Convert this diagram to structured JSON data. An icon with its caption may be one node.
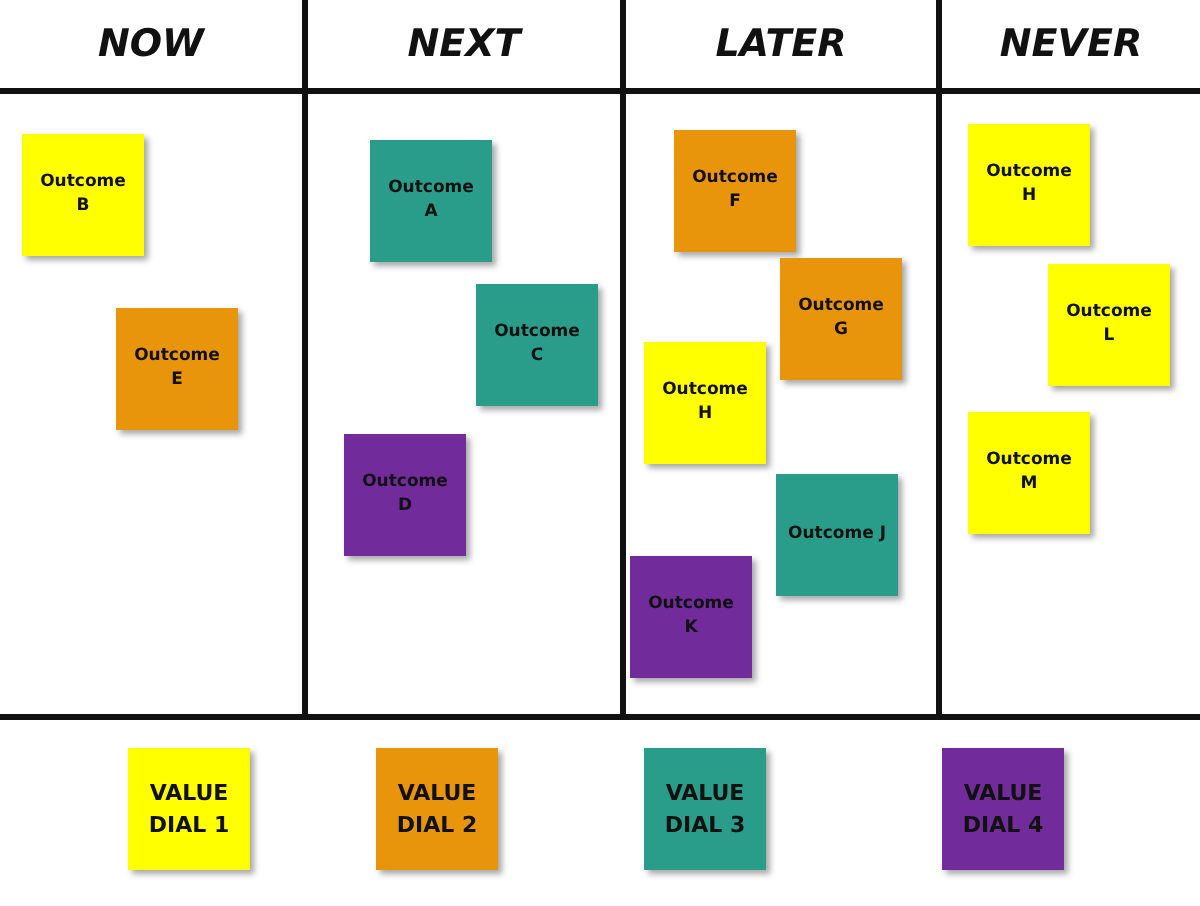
{
  "diagram": {
    "nodes": [
      {
        "text": [
          "NOW"
        ]
      },
      {
        "text": [
          "NEXT"
        ]
      },
      {
        "text": [
          "LATER"
        ]
      },
      {
        "text": [
          "NEVER"
        ]
      },
      {
        "text": [
          "Outcome B"
        ],
        "in": 0
      },
      {
        "text": [
          "Outcome E"
        ],
        "in": 0
      },
      {
        "text": [
          "Outcome A"
        ],
        "in": 1
      },
      {
        "text": [
          "Outcome C"
        ],
        "in": 1
      },
      {
        "text": [
          "Outcome D"
        ],
        "in": 1
      },
      {
        "text": [
          "Outcome F"
        ],
        "in": 2
      },
      {
        "text": [
          "Outcome G"
        ],
        "in": 2
      },
      {
        "text": [
          "Outcome H"
        ],
        "in": 2
      },
      {
        "text": [
          "Outcome J"
        ],
        "in": 2
      },
      {
        "text": [
          "Outcome K"
        ],
        "in": 2
      },
      {
        "text": [
          "Outcome H"
        ],
        "in": 3
      },
      {
        "text": [
          "Outcome L"
        ],
        "in": 3
      },
      {
        "text": [
          "Outcome M"
        ],
        "in": 3
      },
      {
        "text": [
          "VALUE DIAL 1"
        ]
      },
      {
        "text": [
          "VALUE DIAL 2"
        ]
      },
      {
        "text": [
          "VALUE DIAL 3"
        ]
      },
      {
        "text": [
          "VALUE DIAL 4"
        ]
      }
    ]
  }
}
